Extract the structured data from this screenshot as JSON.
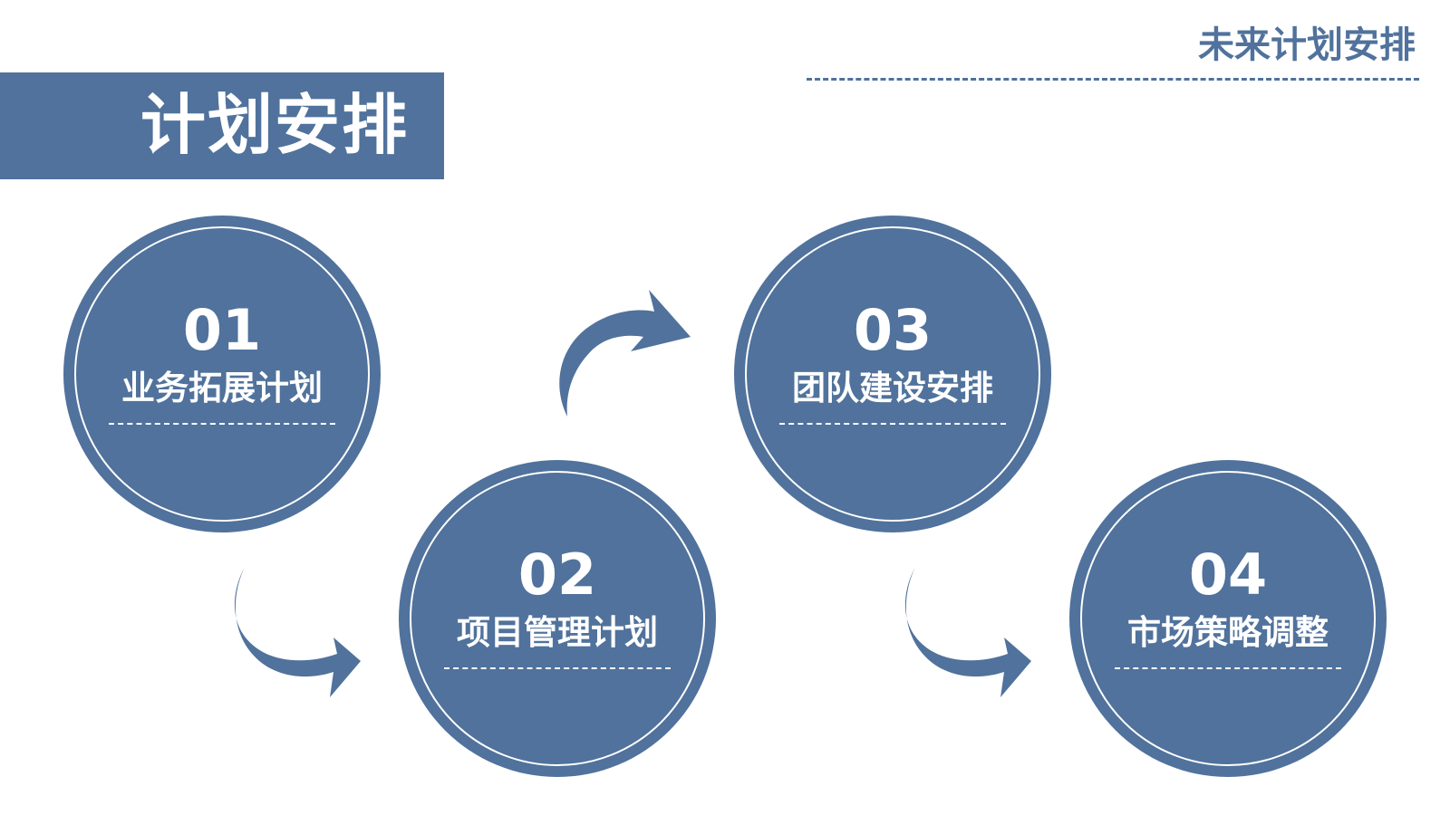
{
  "header": {
    "title": "未来计划安排"
  },
  "banner": {
    "title": "计划安排"
  },
  "colors": {
    "accent": "#50729c",
    "text_on_accent": "#ffffff",
    "background": "#ffffff"
  },
  "steps": [
    {
      "number": "01",
      "label": "业务拓展计划"
    },
    {
      "number": "02",
      "label": "项目管理计划"
    },
    {
      "number": "03",
      "label": "团队建设安排"
    },
    {
      "number": "04",
      "label": "市场策略调整"
    }
  ],
  "arrows": [
    {
      "icon": "curved-arrow-down-right-icon"
    },
    {
      "icon": "curved-arrow-up-right-icon"
    },
    {
      "icon": "curved-arrow-down-right-icon"
    }
  ]
}
